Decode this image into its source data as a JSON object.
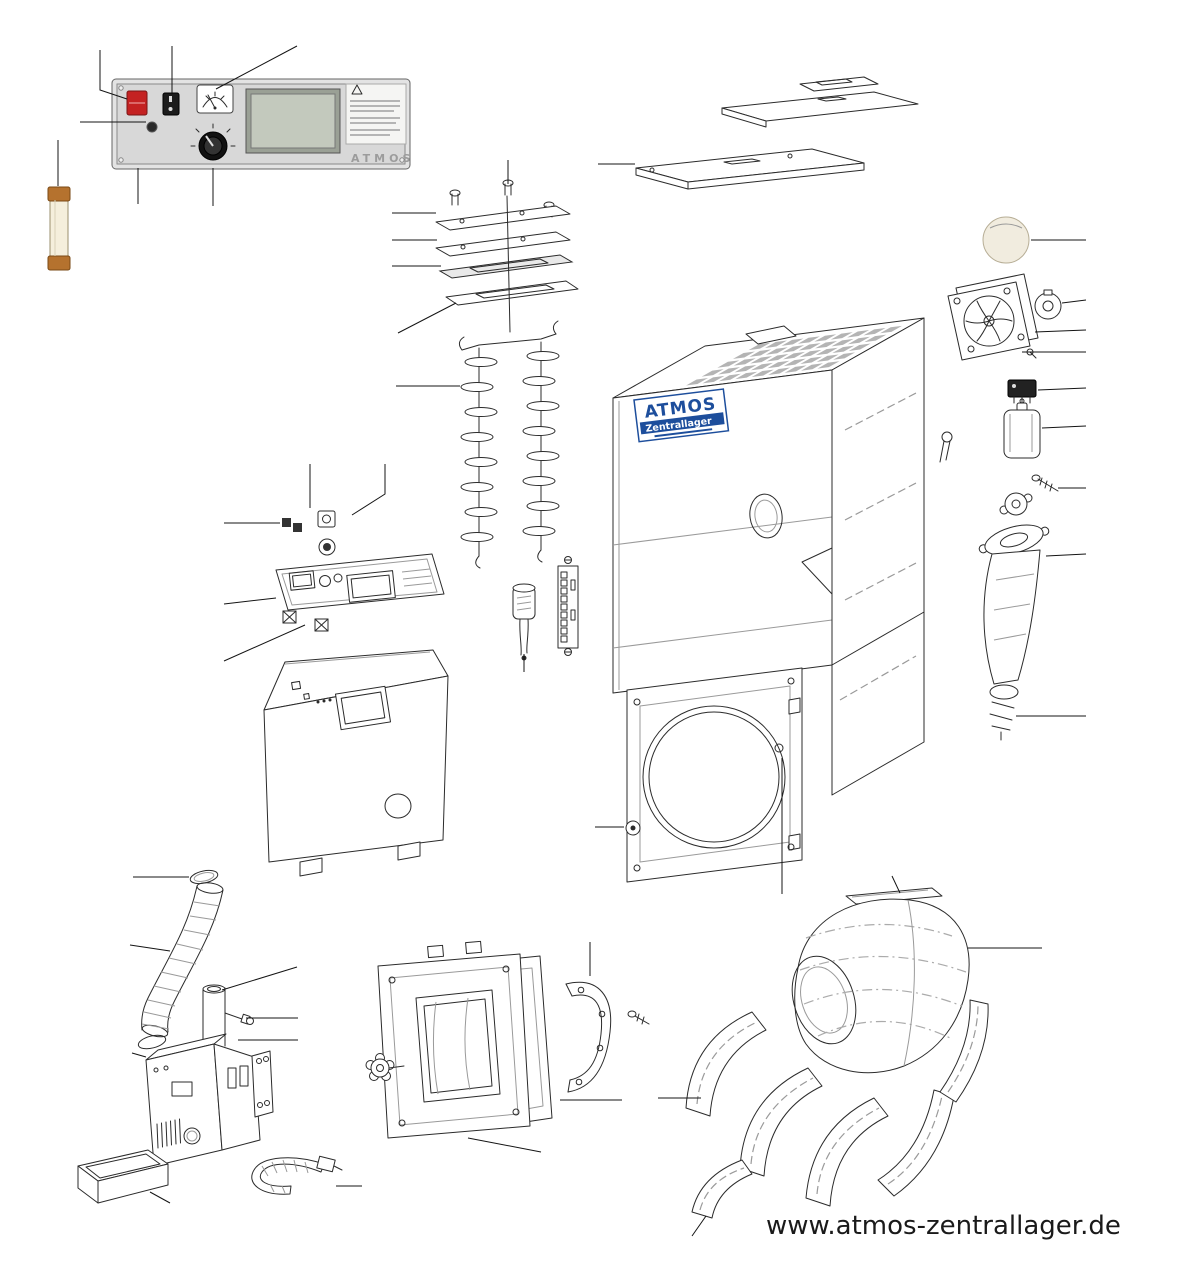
{
  "branding": {
    "panel_logo": "ATMOS",
    "boiler_label": {
      "title": "ATMOS",
      "subtitle": "Zentrallager"
    }
  },
  "footer": {
    "website": "www.atmos-zentrallager.de"
  },
  "colors": {
    "label_blue": "#1d4e9c",
    "switch_red": "#c42222",
    "fuse_copper": "#b5722e"
  }
}
